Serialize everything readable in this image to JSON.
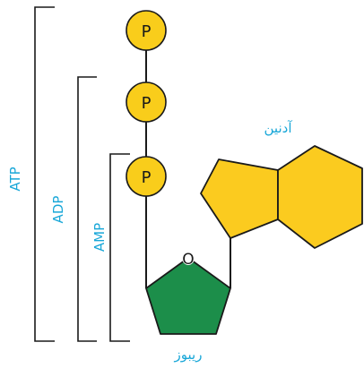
{
  "labels": {
    "atp": "ATP",
    "adp": "ADP",
    "amp": "AMP",
    "adenine": "آدنین",
    "ribose": "ریبوز",
    "ring_oxygen": "O"
  },
  "phosphates": [
    {
      "label": "P"
    },
    {
      "label": "P"
    },
    {
      "label": "P"
    }
  ],
  "colors": {
    "phosphate_fill": "#f9cd1b",
    "adenine_fill": "#fbcb1f",
    "ribose_fill": "#1c8e4a",
    "label_text": "#19a7d8",
    "line": "#1a1a1a"
  }
}
